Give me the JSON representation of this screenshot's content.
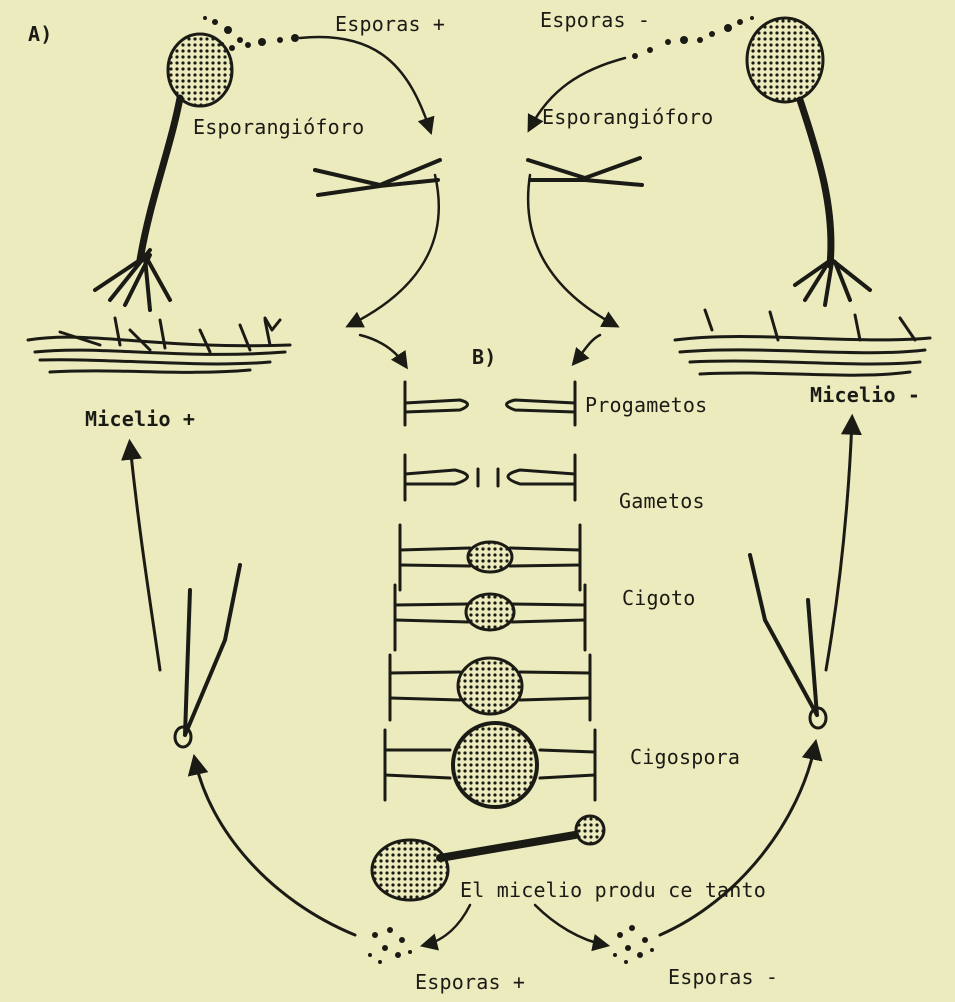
{
  "panels": {
    "a": "A)",
    "b": "B)"
  },
  "top": {
    "spores_plus": "Esporas +",
    "spores_minus": "Esporas -",
    "sporangiophore_left": "Esporangióforo",
    "sporangiophore_right": "Esporangióforo"
  },
  "mycelium": {
    "plus": "Micelio +",
    "minus": "Micelio -"
  },
  "stages": {
    "progametes": "Progametos",
    "gametes": "Gametos",
    "zygote": "Cigoto",
    "zygospore": "Cigospora"
  },
  "bottom": {
    "germination": "El micelio produ ce tanto",
    "spores_plus": "Esporas +",
    "spores_minus": "Esporas -"
  },
  "colors": {
    "paper": "#ecebbd",
    "ink": "#1b1b16"
  }
}
